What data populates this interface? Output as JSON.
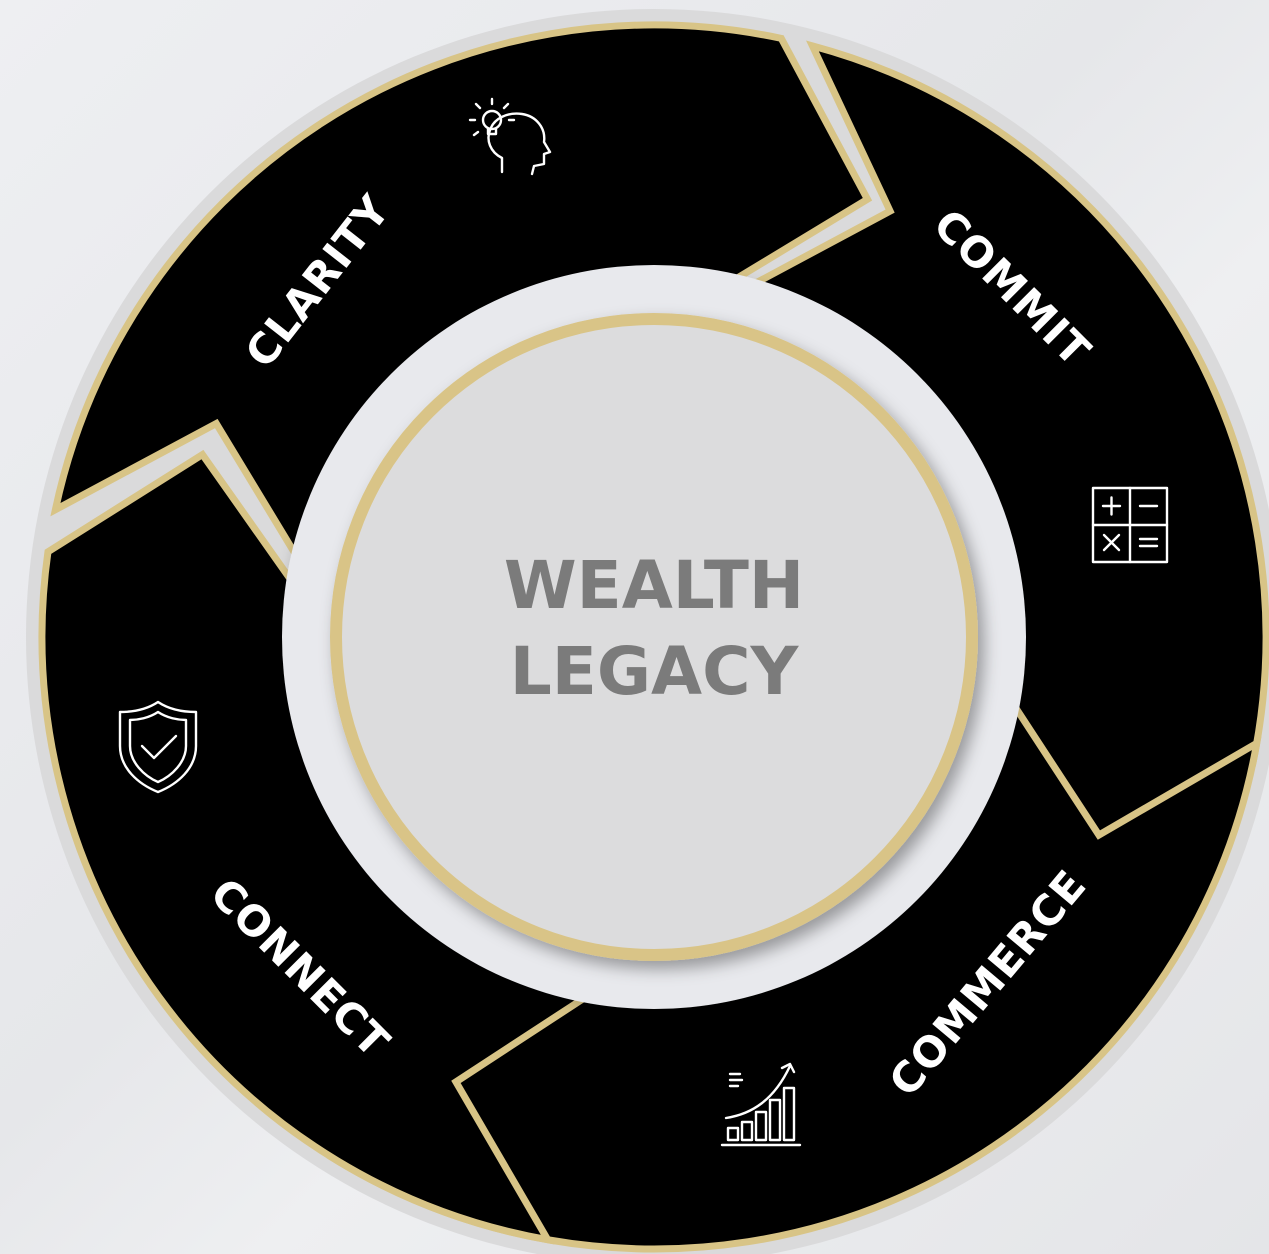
{
  "center": {
    "line1": "WEALTH",
    "line2": "LEGACY"
  },
  "segments": [
    {
      "label": "CLARITY",
      "icon": "lightbulb-head-icon"
    },
    {
      "label": "COMMIT",
      "icon": "calculator-icon"
    },
    {
      "label": "COMMERCE",
      "icon": "growth-chart-icon"
    },
    {
      "label": "CONNECT",
      "icon": "shield-check-icon"
    }
  ],
  "colors": {
    "segment_fill": "#000000",
    "segment_border": "#d8c486",
    "center_fill": "#dcdcdd",
    "center_ring": "#d9c487",
    "center_text": "#7b7b7b",
    "label_text": "#ffffff",
    "background": "#ebecef"
  }
}
